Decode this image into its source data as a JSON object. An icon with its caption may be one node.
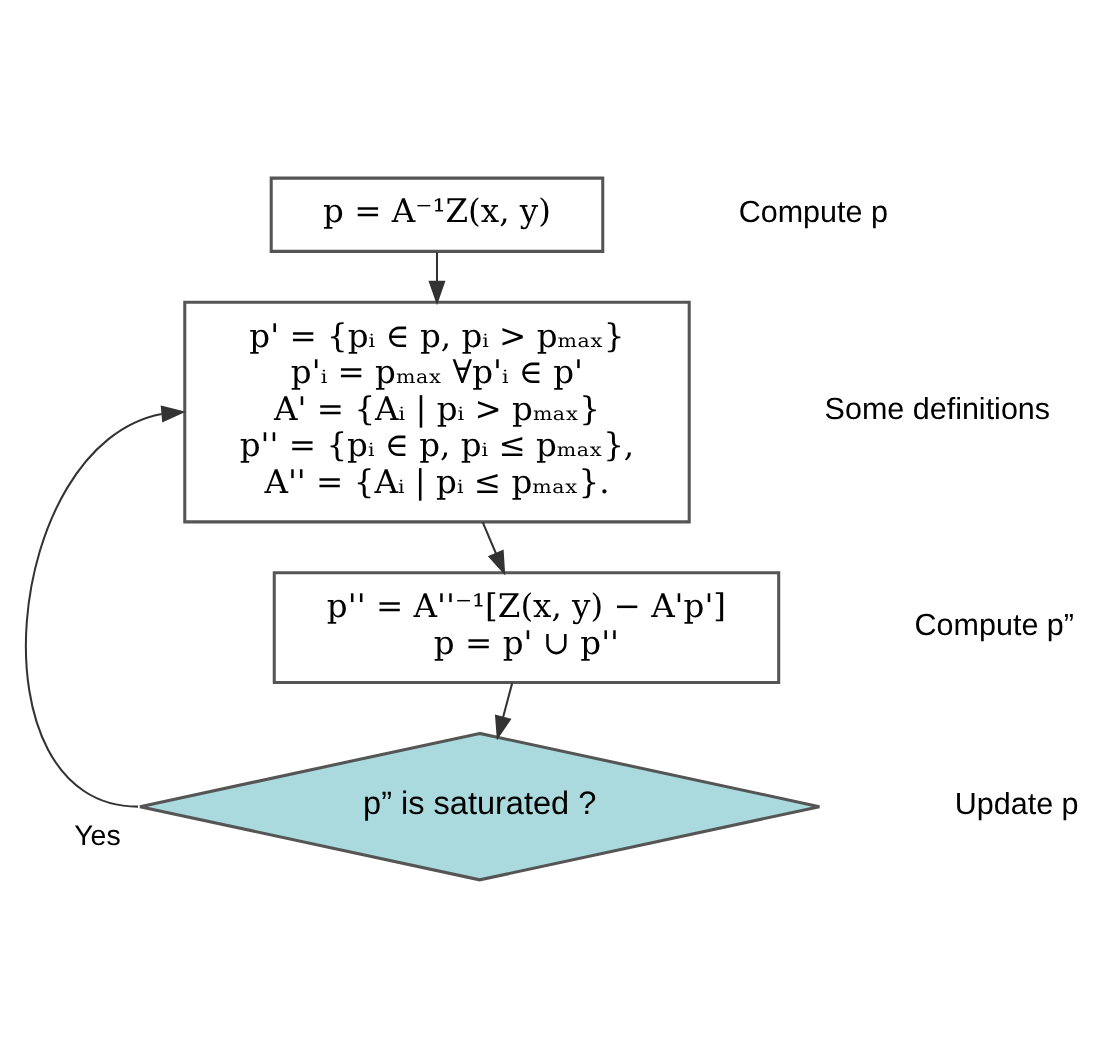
{
  "diagram": {
    "nodes": [
      {
        "text": [
          "p = A⁻¹Z(x, y)"
        ]
      },
      {
        "text": [
          "p' = {pᵢ ∈ p, pᵢ > pₘₐₓ}",
          "p'ᵢ = pₘₐₓ ∀p'ᵢ ∈ p'",
          "A' = {Aᵢ | pᵢ > pₘₐₓ}",
          "p'' = {pᵢ ∈ p, pᵢ ≤ pₘₐₓ},",
          "A'' = {Aᵢ | pᵢ ≤ pₘₐₓ}."
        ]
      },
      {
        "text": [
          "p'' = A''⁻¹[Z(x, y) − A'p']",
          "p = p' ∪ p''"
        ]
      },
      {
        "text": [
          "p” is saturated ?"
        ]
      }
    ],
    "edges": [
      {
        "from": 0,
        "to": 1,
        "arrow": "to"
      },
      {
        "from": 1,
        "to": 2,
        "arrow": "to"
      },
      {
        "from": 2,
        "to": 3,
        "arrow": "to"
      },
      {
        "from": 3,
        "to": 1,
        "arrow": "to",
        "label": "Yes"
      }
    ],
    "labels": [
      "Compute p",
      "Some definitions",
      "Compute p”",
      "Update p"
    ]
  }
}
